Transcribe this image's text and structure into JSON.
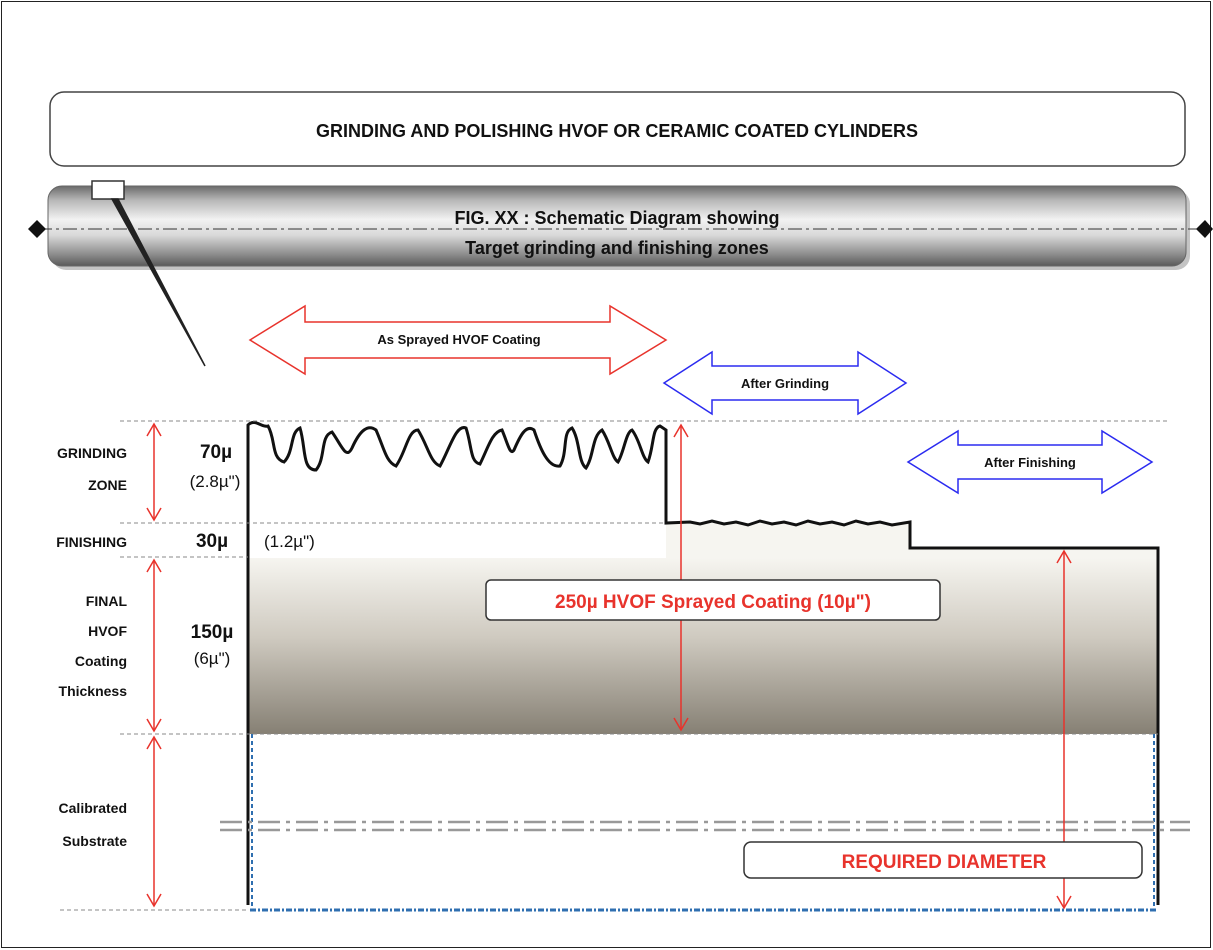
{
  "header": {
    "title": "GRINDING AND POLISHING HVOF OR CERAMIC COATED CYLINDERS"
  },
  "figure": {
    "caption_line1": "FIG. XX :  Schematic Diagram showing",
    "caption_line2": "Target grinding and finishing zones"
  },
  "arrows": {
    "as_sprayed": "As Sprayed  HVOF Coating",
    "after_grinding": "After Grinding",
    "after_finishing": "After Finishing"
  },
  "zones": {
    "grinding": {
      "label_line1": "GRINDING",
      "label_line2": "ZONE",
      "value": "70µ",
      "value_imperial": "(2.8µ\")"
    },
    "finishing": {
      "label": "FINISHING",
      "value": "30µ",
      "value_imperial": "(1.2µ\")"
    },
    "final": {
      "label_line1": "FINAL",
      "label_line2": "HVOF",
      "label_line3": "Coating",
      "label_line4": "Thickness",
      "value": "150µ",
      "value_imperial": "(6µ\")"
    },
    "substrate": {
      "label_line1": "Calibrated",
      "label_line2": "Substrate"
    }
  },
  "callouts": {
    "coating": "250µ HVOF Sprayed Coating  (10µ\")",
    "diameter": "REQUIRED  DIAMETER"
  },
  "colors": {
    "red": "#e8332c",
    "blue": "#2b2bf0",
    "guide_blue": "#2f6fb0",
    "coating_dark": "#8a8478",
    "coating_light": "#f4f3ee"
  }
}
